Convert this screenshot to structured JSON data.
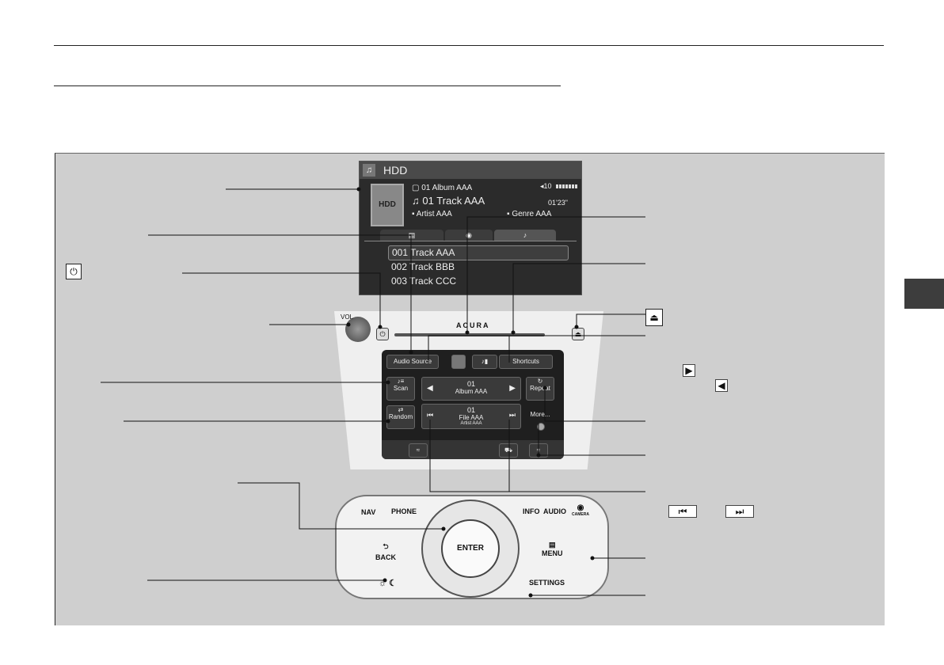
{
  "screen": {
    "source_title": "HDD",
    "album_art_label": "HDD",
    "album": "01 Album AAA",
    "track": "01 Track AAA",
    "artist": "Artist AAA",
    "genre": "Genre AAA",
    "volume": "10",
    "elapsed": "01'23\"",
    "list": [
      "001 Track AAA",
      "002 Track BBB",
      "003 Track CCC"
    ]
  },
  "head_unit": {
    "vol_label": "VOL",
    "brand": "ACURA"
  },
  "touch": {
    "audio_source": "Audio Source",
    "shortcuts": "Shortcuts",
    "scan": "Scan",
    "album_num": "01",
    "album_name": "Album AAA",
    "repeat": "Repeat",
    "random": "Random",
    "file_num": "01",
    "file_name": "File AAA",
    "file_artist": "Artist AAA",
    "more": "More..."
  },
  "controller": {
    "nav": "NAV",
    "phone": "PHONE",
    "info": "INFO",
    "audio": "AUDIO",
    "camera": "CAMERA",
    "back": "BACK",
    "enter": "ENTER",
    "menu": "MENU",
    "settings": "SETTINGS"
  },
  "icons": [
    "power-icon",
    "eject-icon",
    "play-right-icon",
    "play-left-icon",
    "skip-back-icon",
    "skip-forward-icon"
  ]
}
